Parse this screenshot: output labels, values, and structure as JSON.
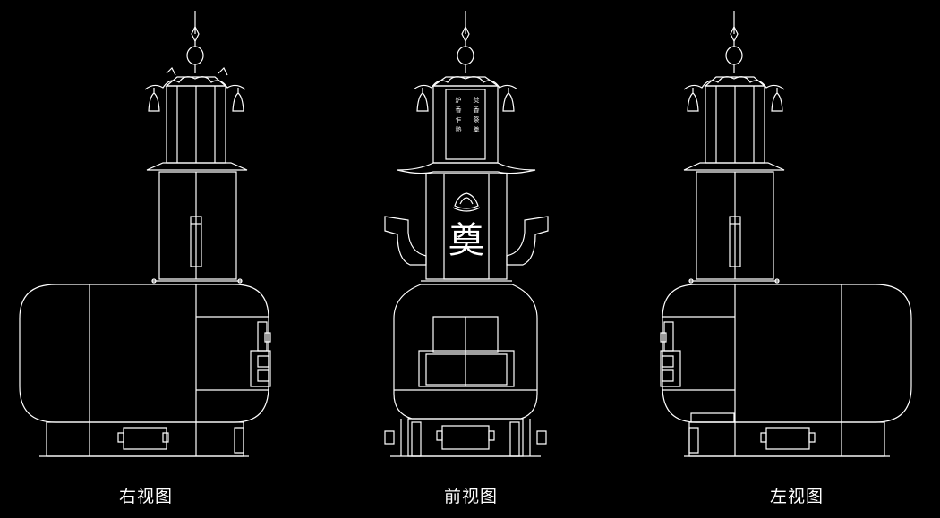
{
  "views": {
    "right": {
      "label": "右视图"
    },
    "front": {
      "label": "前视图"
    },
    "left": {
      "label": "左视图"
    }
  },
  "front_plaque": {
    "column_right": "焚香祭奠",
    "column_left": "炉香乍熱",
    "main_char": "奠"
  },
  "colors": {
    "background": "#000000",
    "line": "#ffffff"
  },
  "icons": [
    "lotus-icon",
    "bell-icon"
  ]
}
